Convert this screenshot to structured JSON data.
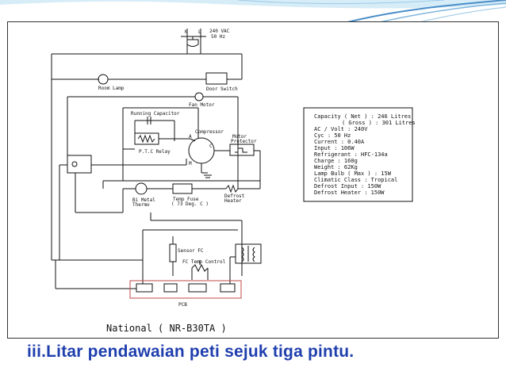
{
  "caption": "iii.Litar pendawaian peti sejuk tiga pintu.",
  "diagram": {
    "supply_n": "N",
    "supply_l": "L",
    "supply_voltage": "240 VAC",
    "supply_freq": "50 Hz",
    "room_lamp": "Room Lamp",
    "door_switch": "Door Switch",
    "fan_motor": "Fan Motor",
    "running_capacitor": "Running Capacitor",
    "compressor": "Compressor",
    "ptc_relay": "P.T.C Relay",
    "motor_protector_1": "Motor",
    "motor_protector_2": "Protector",
    "term_a": "A",
    "term_c": "C",
    "term_m": "M",
    "bimetal_1": "Bi Metal",
    "bimetal_2": "Thermo",
    "temp_fuse_1": "Temp Fuse",
    "temp_fuse_2": "( 73 Deg. C )",
    "defrost_heater_1": "Defrost",
    "defrost_heater_2": "Heater",
    "sensor_fc": "Sensor FC",
    "fc_temp_control": "FC Temp Control",
    "pcb": "PCB",
    "model": "National ( NR-B30TA )"
  },
  "specs": [
    "Capacity ( Net ) : 246 Litres",
    "( Gross ) : 301 Litres",
    "AC / Volt : 240V",
    "Cyc : 50 Hz",
    "Current : 0.40A",
    "Input : 106W",
    "Refrigerant : HFC-134a",
    "Charge : 160g",
    "Weight : 62Kg",
    "Lamp Bulb ( Max ) : 15W",
    "Climatic Class : Tropical",
    "Defrost Input : 150W",
    "Defrost Heater : 150W"
  ],
  "colors": {
    "caption": "#1f3fae",
    "pcb_outline": "#c24a4a",
    "accent_wave": "#4a8ec9"
  }
}
